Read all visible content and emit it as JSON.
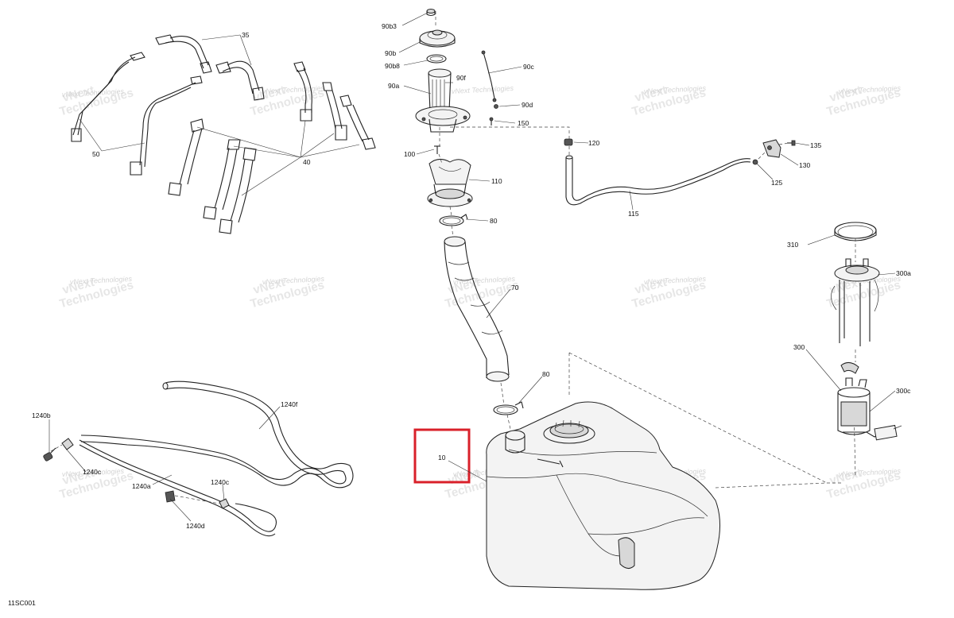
{
  "diagram_id": "11SC001",
  "highlight": {
    "color": "#d9202a",
    "part": "10"
  },
  "watermark": {
    "line1": "vNext",
    "line2": "Technologies",
    "full": "vNext Technologies"
  },
  "labels": {
    "p35": "35",
    "p50": "50",
    "p40": "40",
    "p90b3": "90b3",
    "p90b": "90b",
    "p90b8": "90b8",
    "p90a": "90a",
    "p90f": "90f",
    "p90c": "90c",
    "p90d": "90d",
    "p150": "150",
    "p100": "100",
    "p110": "110",
    "p80a": "80",
    "p70": "70",
    "p80b": "80",
    "p10": "10",
    "p120": "120",
    "p135": "135",
    "p130": "130",
    "p125": "125",
    "p115": "115",
    "p310": "310",
    "p300a": "300a",
    "p300": "300",
    "p300c": "300c",
    "p1240b": "1240b",
    "p1240f": "1240f",
    "p1240c_a": "1240c",
    "p1240a": "1240a",
    "p1240c_b": "1240c",
    "p1240d": "1240d"
  }
}
